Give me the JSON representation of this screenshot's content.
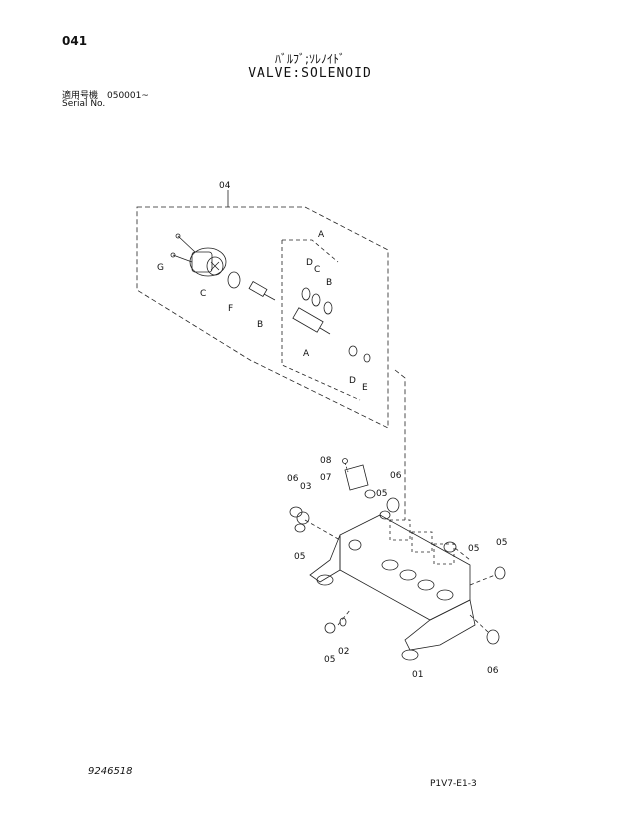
{
  "header": {
    "page_number": "041",
    "title_jp": "ﾊﾞﾙﾌﾞ;ｿﾚﾉｲﾄﾞ",
    "title_en": "VALVE:SOLENOID",
    "serial_label_jp": "適用号機　050001~",
    "serial_label_en": "Serial No."
  },
  "callouts": {
    "assy": "04",
    "g": "G",
    "c1": "C",
    "f": "F",
    "b1": "B",
    "a_top": "A",
    "d_top": "D",
    "c2": "C",
    "b2": "B",
    "a_bottom": "A",
    "d_bottom": "D",
    "e": "E",
    "p08": "08",
    "p07": "07",
    "p05a": "05",
    "p06a": "06",
    "p03": "03",
    "p06b": "06",
    "p05b": "05",
    "p05c": "05",
    "p05d": "05",
    "p05e": "05",
    "p02": "02",
    "p01": "01",
    "p06c": "06"
  },
  "footer": {
    "drawing_number": "9246518",
    "page_code": "P1V7-E1-3"
  }
}
